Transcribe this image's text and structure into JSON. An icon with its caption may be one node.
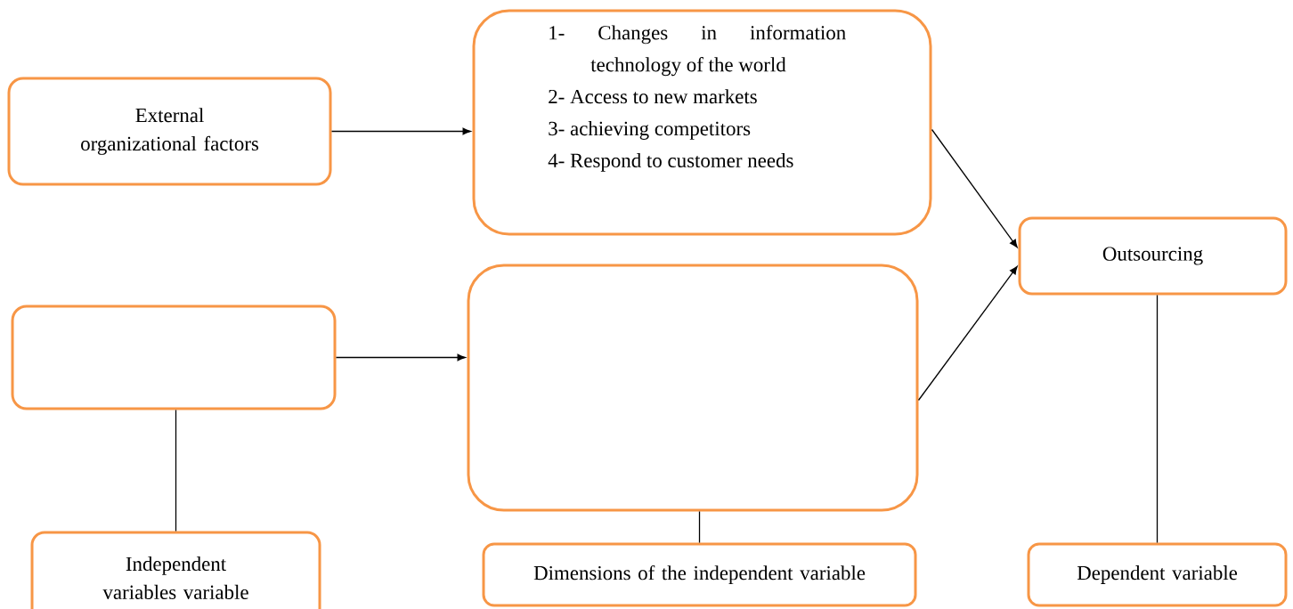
{
  "diagram": {
    "nodes": [
      {
        "text": [
          "External organizational factors"
        ]
      },
      {
        "text": [
          "1- Changes in information technology of the world",
          "2- Access to new markets",
          "3- achieving competitors",
          "4- Respond to customer needs"
        ]
      },
      {
        "text": [
          "Outsourcing"
        ]
      },
      {
        "text": [],
        "shape": "box"
      },
      {
        "text": [],
        "shape": "box"
      },
      {
        "text": [
          "Independent variables variable"
        ]
      },
      {
        "text": [
          "Dimensions of the independent variable"
        ]
      },
      {
        "text": [
          "Dependent variable"
        ]
      }
    ],
    "edges": [
      {
        "from": 0,
        "to": 1,
        "arrow": "to"
      },
      {
        "from": 1,
        "to": 2,
        "arrow": "to"
      },
      {
        "from": 3,
        "to": 4,
        "arrow": "to"
      },
      {
        "from": 4,
        "to": 2,
        "arrow": "to"
      },
      {
        "from": 3,
        "to": 5,
        "arrow": "none"
      },
      {
        "from": 4,
        "to": 6,
        "arrow": "none"
      },
      {
        "from": 2,
        "to": 7,
        "arrow": "none"
      }
    ]
  }
}
